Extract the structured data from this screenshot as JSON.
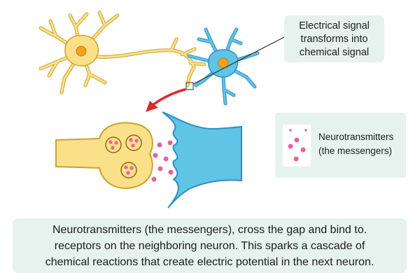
{
  "callout": {
    "text_lines": [
      "Electrical signal",
      "transforms into",
      "chemical signal"
    ]
  },
  "legend": {
    "label_lines": [
      "Neurotransmitters",
      "(the messengers)"
    ]
  },
  "caption": {
    "lines": [
      "Neurotransmitters (the messengers), cross the gap and bind to.",
      "receptors on the neighboring neuron. This sparks a cascade of",
      "chemical reactions that create electric potential in the next neuron."
    ]
  },
  "colors": {
    "presynaptic_neuron_fill": "#fbe08a",
    "presynaptic_neuron_outline": "#c9a42a",
    "postsynaptic_neuron_fill": "#5fc4e6",
    "postsynaptic_neuron_outline": "#2f8fc2",
    "nucleus": "#f7a21b",
    "neurotransmitter": "#ec5fa0",
    "arrow": "#e02929",
    "panel_background": "#e6f2ee"
  },
  "icons": {
    "zoom_arrow": "red-curved-arrow-icon"
  }
}
